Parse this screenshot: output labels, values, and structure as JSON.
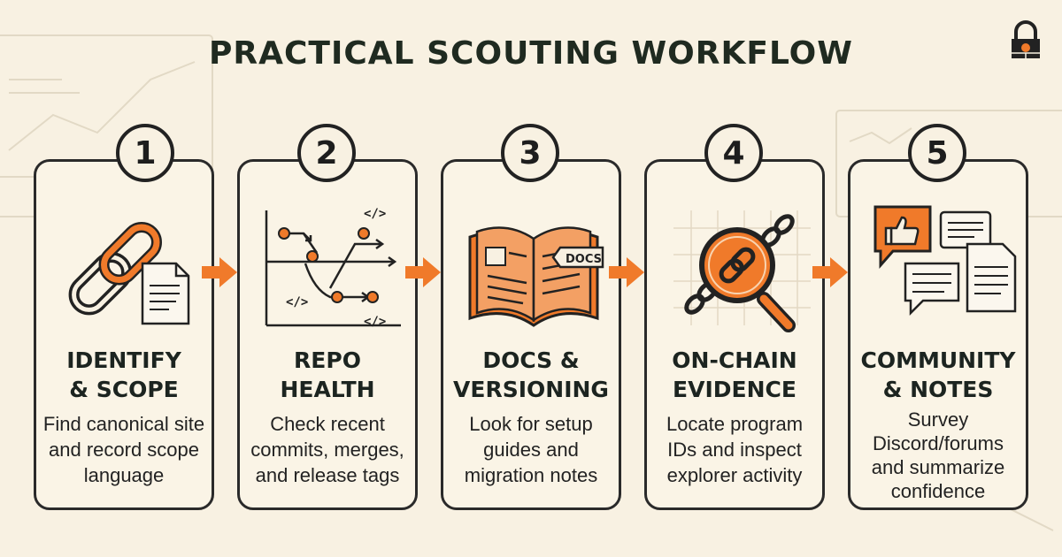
{
  "title": "PRACTICAL SCOUTING WORKFLOW",
  "colors": {
    "accent": "#f07a2a",
    "ink": "#222222",
    "background": "#f8f1e2"
  },
  "logo": {
    "icon": "lock-brick-icon"
  },
  "steps": [
    {
      "number": "1",
      "title_line1": "IDENTIFY",
      "title_line2": "& SCOPE",
      "description": "Find canonical site and record scope language",
      "icon": "link-chain-document-icon"
    },
    {
      "number": "2",
      "title_line1": "REPO",
      "title_line2": "HEALTH",
      "description": "Check recent commits, merges, and release tags",
      "icon": "commit-graph-icon"
    },
    {
      "number": "3",
      "title_line1": "DOCS &",
      "title_line2": "VERSIONING",
      "description": "Look for setup guides and migration notes",
      "icon": "open-book-icon",
      "tag_label": "DOCS"
    },
    {
      "number": "4",
      "title_line1": "ON-CHAIN",
      "title_line2": "EVIDENCE",
      "description": "Locate program IDs and inspect explorer activity",
      "icon": "magnifier-chain-icon"
    },
    {
      "number": "5",
      "title_line1": "COMMUNITY",
      "title_line2": "& NOTES",
      "description": "Survey Discord/forums and summarize confidence",
      "icon": "chat-thumbs-up-icon"
    }
  ]
}
